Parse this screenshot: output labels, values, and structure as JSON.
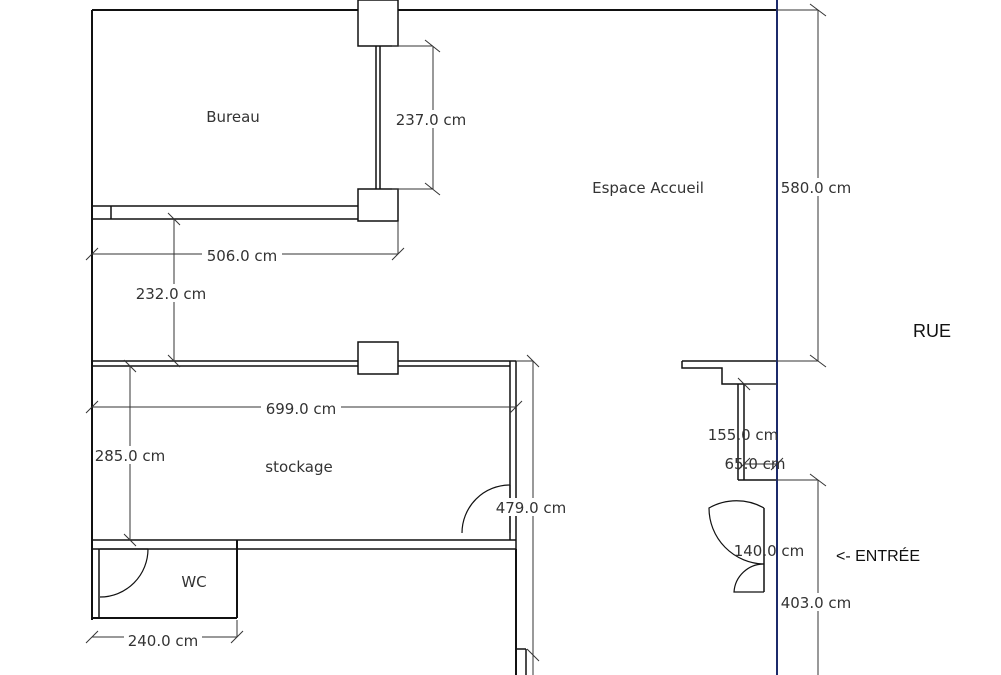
{
  "rooms": {
    "bureau": "Bureau",
    "accueil": "Espace Accueil",
    "stockage": "stockage",
    "wc": "WC"
  },
  "dimensions": {
    "d237": "237.0 cm",
    "d580": "580.0 cm",
    "d506": "506.0 cm",
    "d232": "232.0 cm",
    "d699": "699.0 cm",
    "d285": "285.0 cm",
    "d479": "479.0 cm",
    "d155": "155.0 cm",
    "d65": "65.0 cm",
    "d140": "140.0 cm",
    "d403": "403.0 cm",
    "d240": "240.0 cm"
  },
  "labels": {
    "rue": "RUE",
    "entree": "<- ENTRÉE"
  },
  "colors": {
    "wall": "#111111",
    "facade": "#1c2a6b",
    "dimension_line": "#333333"
  }
}
